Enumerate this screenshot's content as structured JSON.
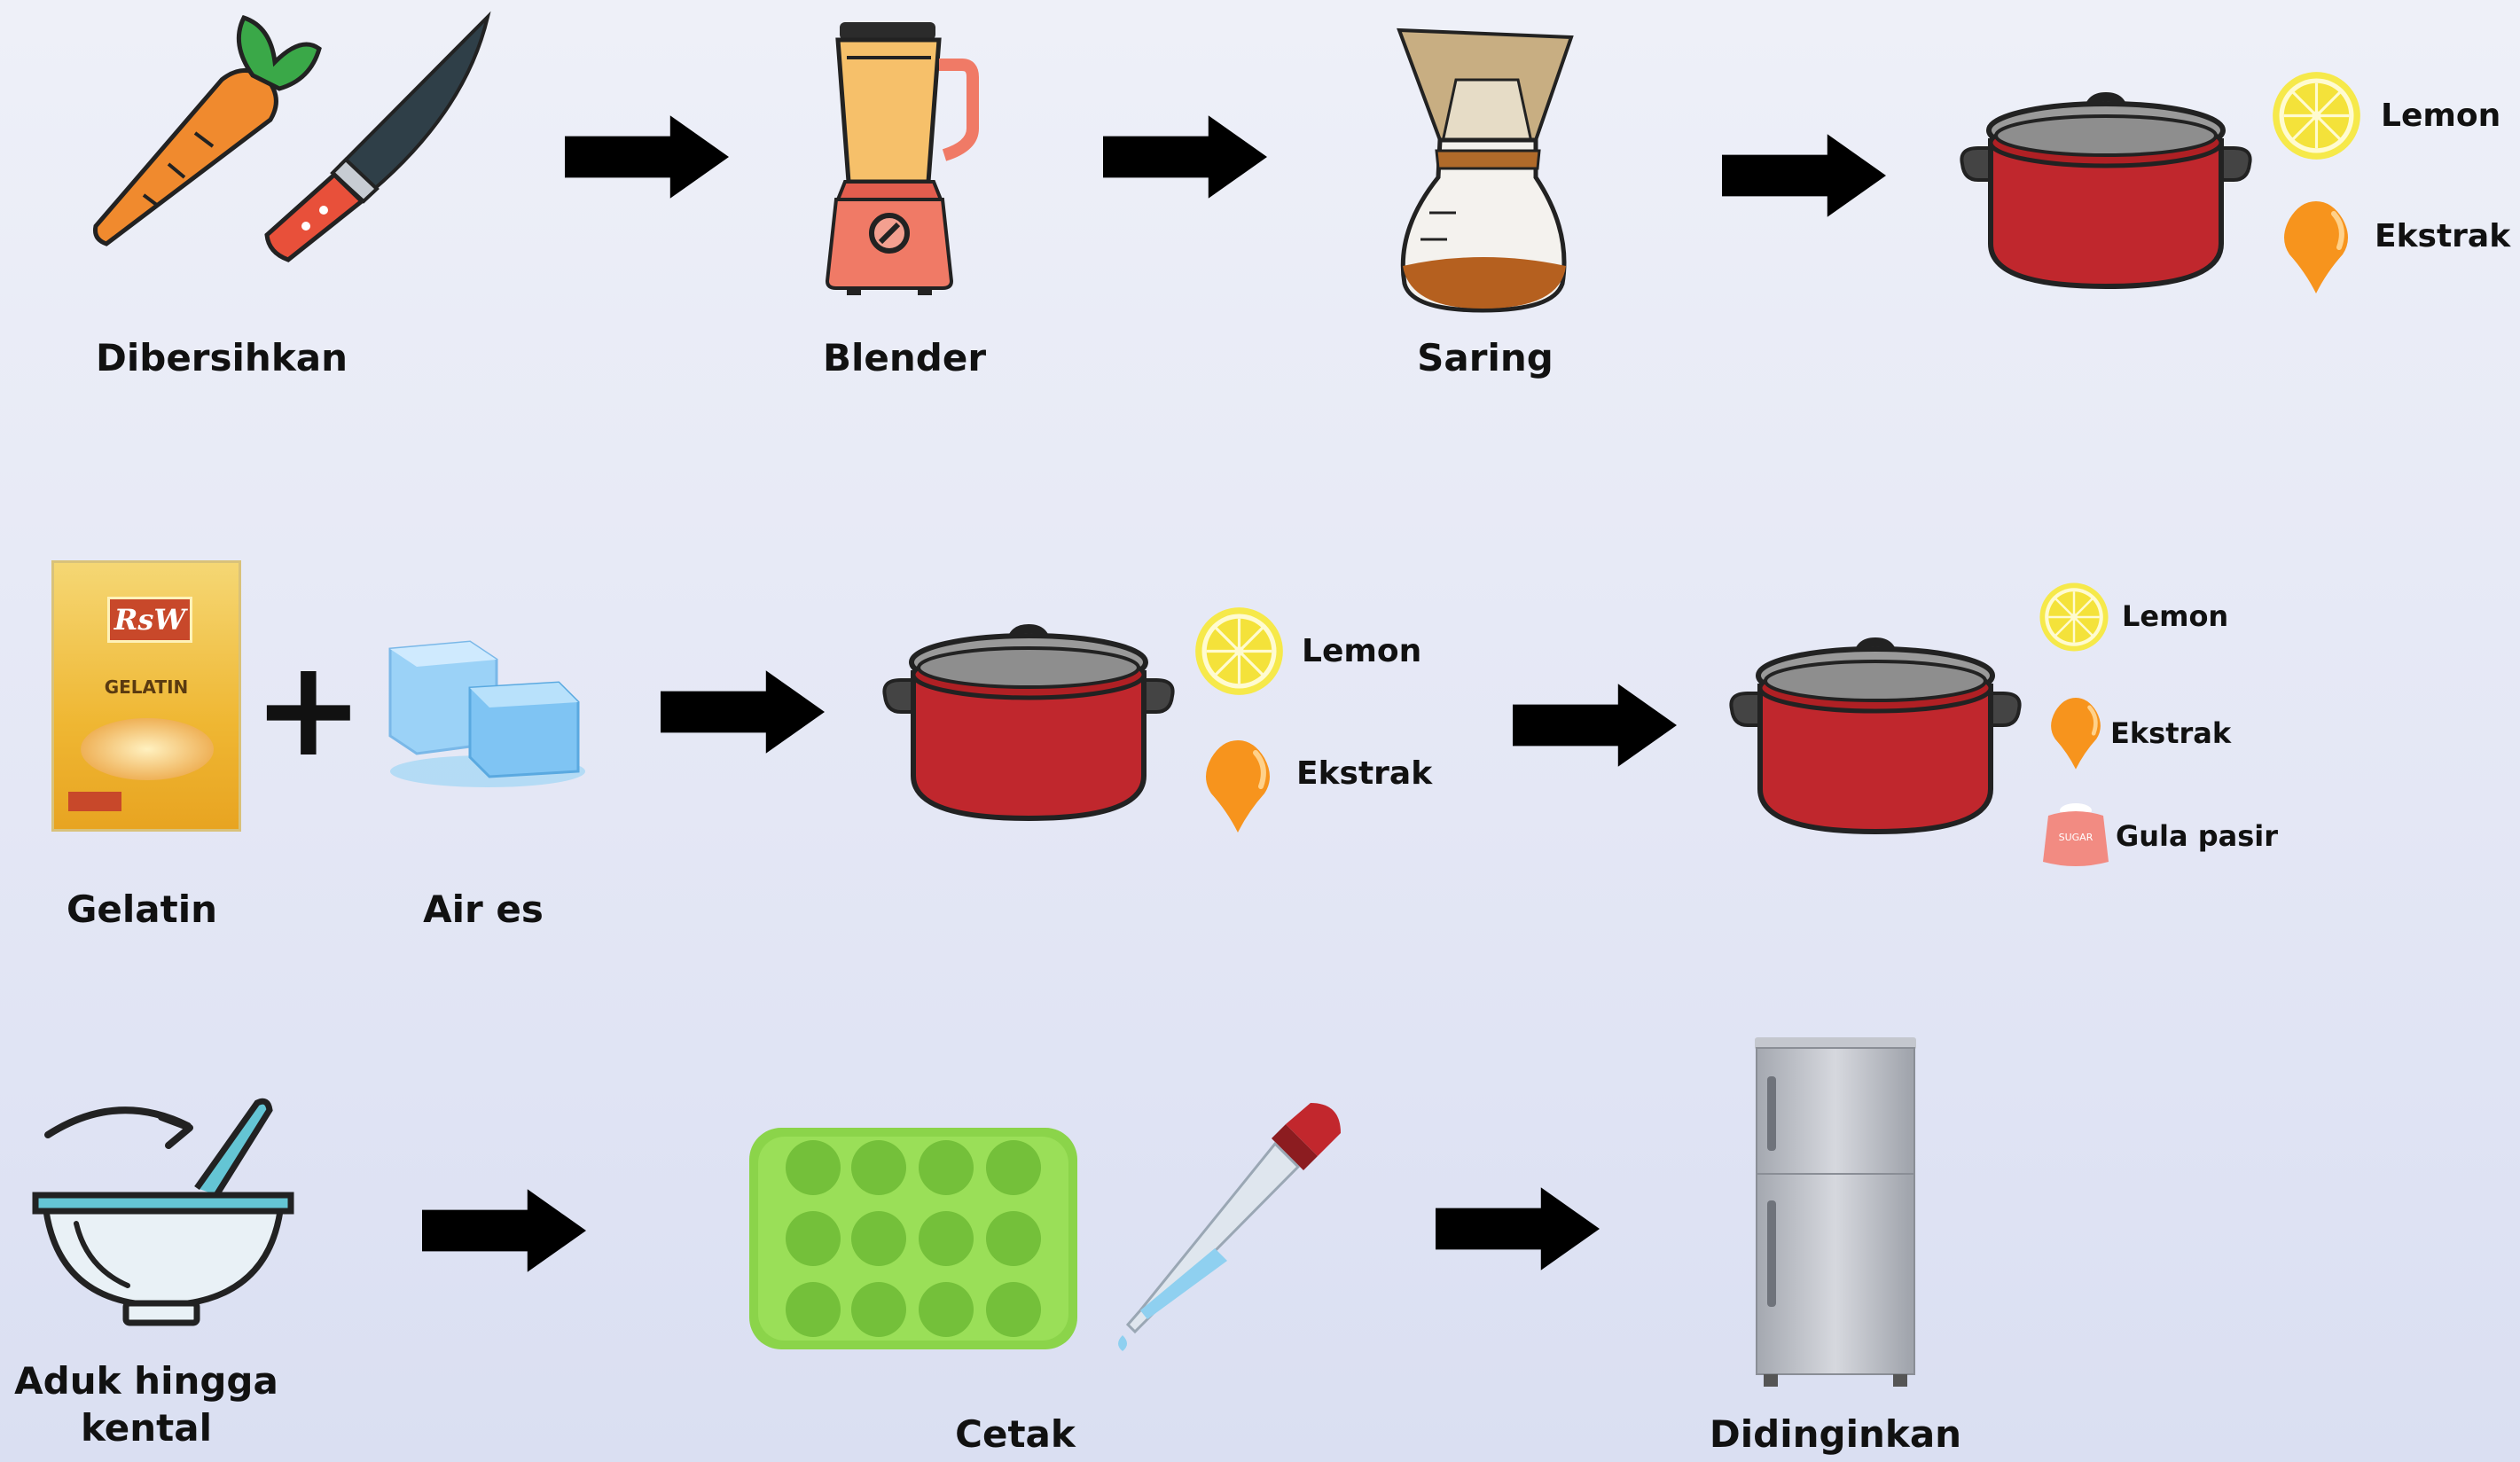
{
  "steps": {
    "clean": "Dibersihkan",
    "blend": "Blender",
    "strain": "Saring",
    "gelatin": "Gelatin",
    "ice_water": "Air es",
    "stir_line1": "Aduk hingga",
    "stir_line2": "kental",
    "mold": "Cetak",
    "chill": "Didinginkan"
  },
  "ingredients": {
    "lemon": "Lemon",
    "extract": "Ekstrak",
    "sugar": "Gula pasir"
  },
  "packaging": {
    "gelatin_brand": "RsW",
    "gelatin_name": "GELATIN",
    "sugar_tag": "SUGAR"
  },
  "symbols": {
    "plus": "+"
  },
  "colors": {
    "arrow": "#000000",
    "pot_red": "#c0272d",
    "lemon_yellow": "#f4e23a",
    "extract_orange": "#f7941d",
    "mold_green": "#8bd44a",
    "fridge_gray": "#b9bcc4"
  }
}
